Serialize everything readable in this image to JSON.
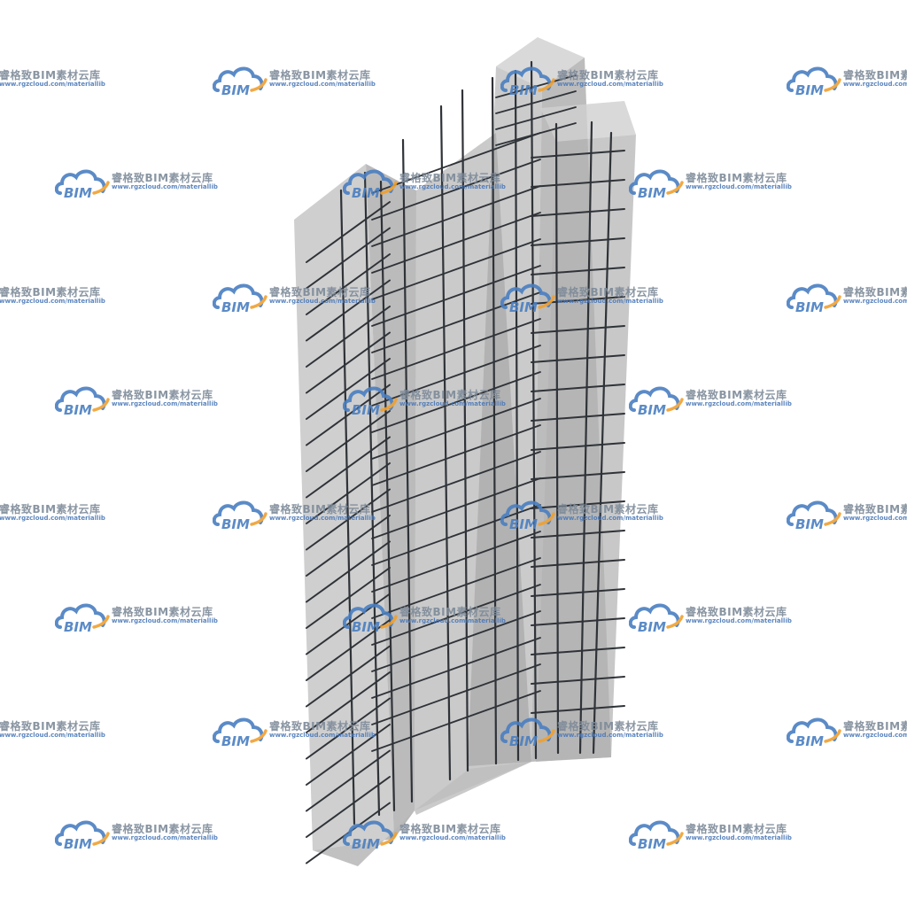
{
  "watermark": {
    "logo_text": "BIM",
    "name": "睿格致BIM素材云库",
    "url": "www.rgzcloud.com/materiallib",
    "cloud_color": "#4a7fc1",
    "swoosh_color": "#f0a030"
  },
  "colors": {
    "concrete_front": "#bcbcbc",
    "concrete_side": "#a9a9a9",
    "concrete_top": "#d4d4d4",
    "rebar": "#2f3338"
  }
}
